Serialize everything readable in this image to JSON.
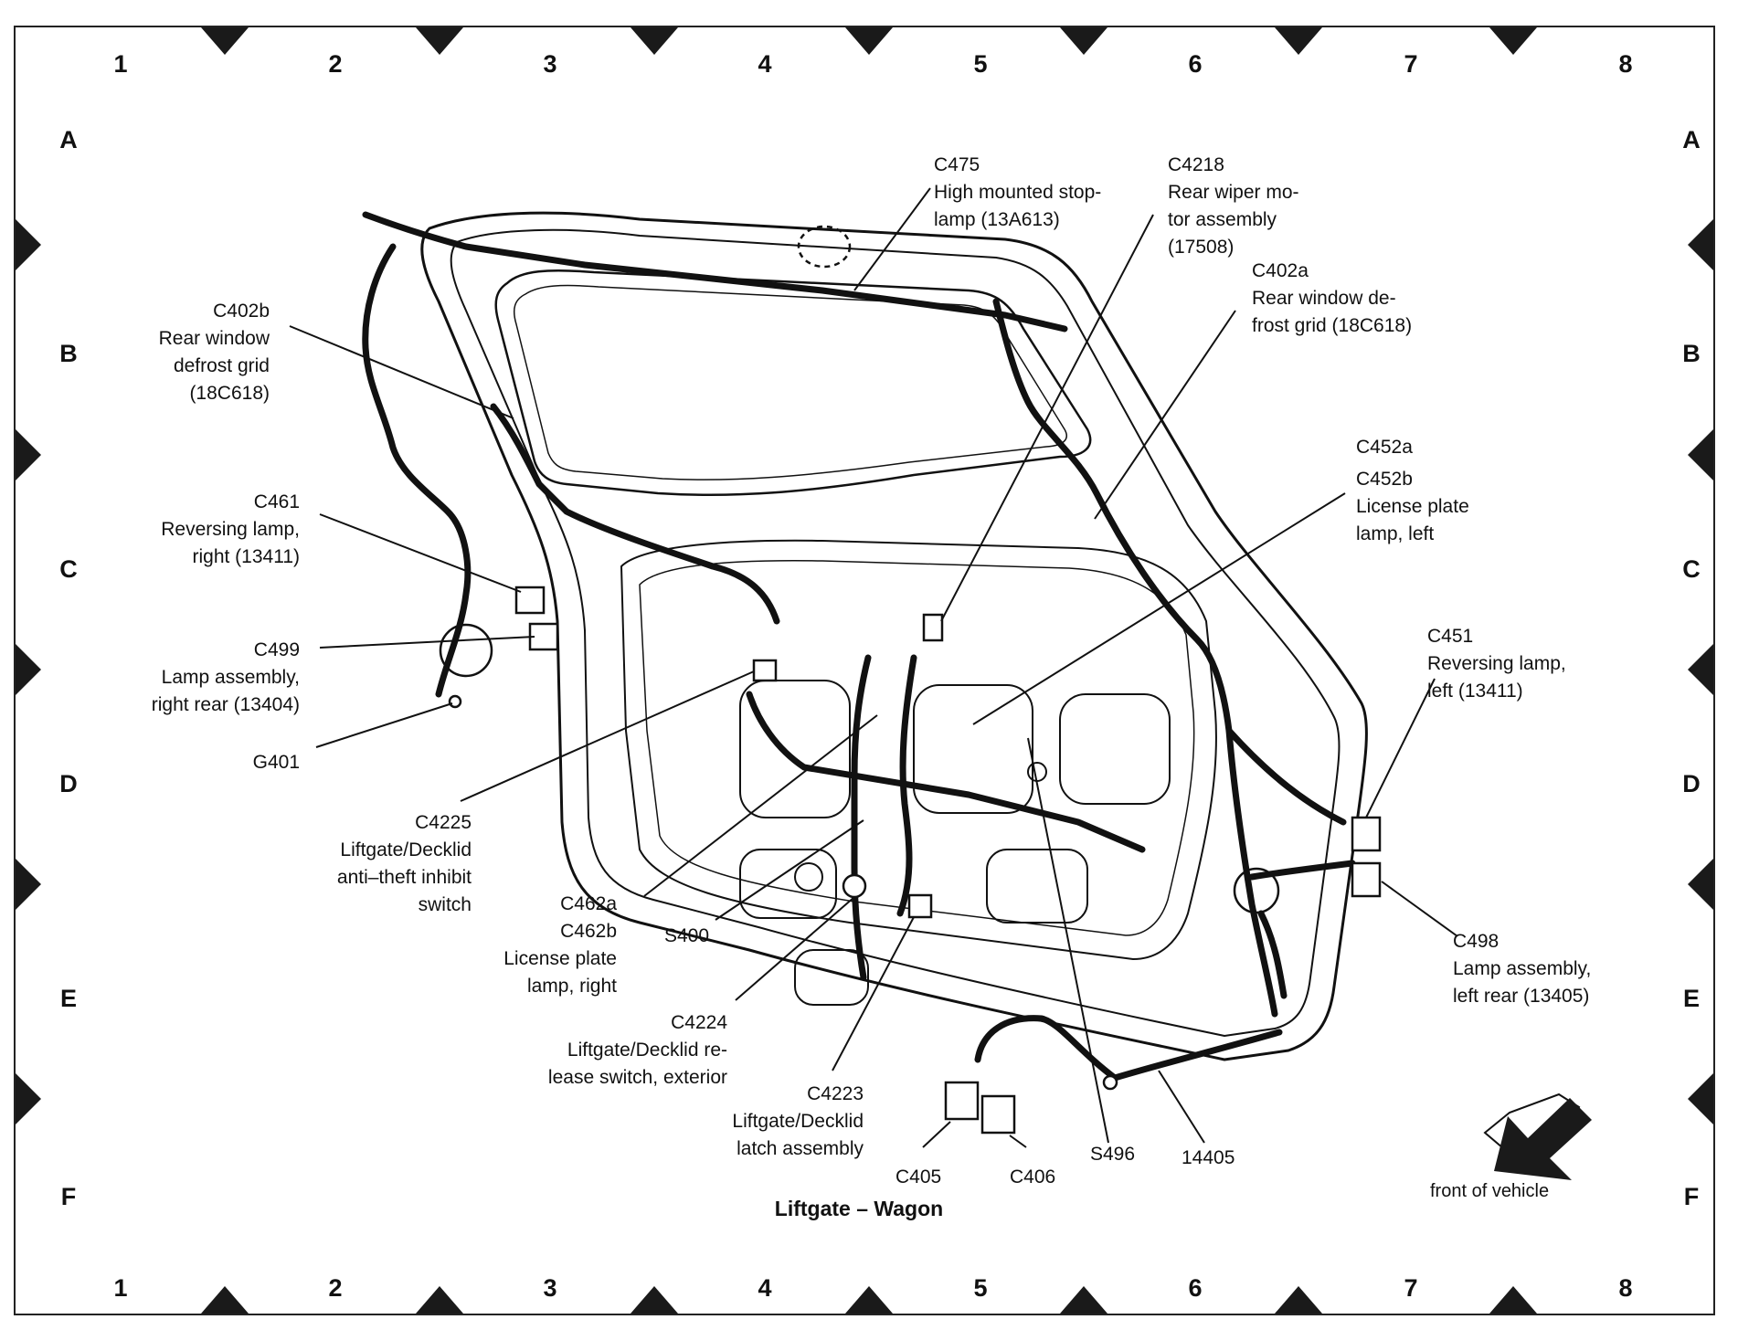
{
  "grid": {
    "columns": [
      "1",
      "2",
      "3",
      "4",
      "5",
      "6",
      "7",
      "8"
    ],
    "rows": [
      "A",
      "B",
      "C",
      "D",
      "E",
      "F"
    ]
  },
  "caption": "Liftgate – Wagon",
  "front_label": "front of vehicle",
  "callouts": {
    "c475": {
      "id": "C475",
      "lines": [
        "High mounted stop-",
        "lamp (13A613)"
      ]
    },
    "c4218": {
      "id": "C4218",
      "lines": [
        "Rear wiper mo-",
        "tor assembly",
        "(17508)"
      ]
    },
    "c402a": {
      "id": "C402a",
      "lines": [
        "Rear window de-",
        "frost grid (18C618)"
      ]
    },
    "c402b": {
      "id": "C402b",
      "lines": [
        "Rear window",
        "defrost grid",
        "(18C618)"
      ]
    },
    "c461": {
      "id": "C461",
      "lines": [
        "Reversing lamp,",
        "right (13411)"
      ]
    },
    "c499": {
      "id": "C499",
      "lines": [
        "Lamp assembly,",
        "right rear (13404)"
      ]
    },
    "g401": {
      "id": "G401",
      "lines": []
    },
    "c452": {
      "id": "C452a",
      "id2": "C452b",
      "lines": [
        "License plate",
        "lamp, left"
      ]
    },
    "c451": {
      "id": "C451",
      "lines": [
        "Reversing lamp,",
        "left (13411)"
      ]
    },
    "c498": {
      "id": "C498",
      "lines": [
        "Lamp assembly,",
        "left rear (13405)"
      ]
    },
    "c4225": {
      "id": "C4225",
      "lines": [
        "Liftgate/Decklid",
        "anti–theft inhibit",
        "switch"
      ]
    },
    "c462": {
      "id": "C462a",
      "id2": "C462b",
      "lines": [
        "License plate",
        "lamp, right"
      ]
    },
    "s400": {
      "id": "S400",
      "lines": []
    },
    "c4224": {
      "id": "C4224",
      "lines": [
        "Liftgate/Decklid re-",
        "lease switch, exterior"
      ]
    },
    "c4223": {
      "id": "C4223",
      "lines": [
        "Liftgate/Decklid",
        "latch assembly"
      ]
    },
    "c405": {
      "id": "C405",
      "lines": []
    },
    "c406": {
      "id": "C406",
      "lines": []
    },
    "s496": {
      "id": "S496",
      "lines": []
    },
    "w14405": {
      "id": "14405",
      "lines": []
    }
  },
  "colors": {
    "line": "#111111",
    "frame": "#222222",
    "marker": "#1a1a1a"
  }
}
